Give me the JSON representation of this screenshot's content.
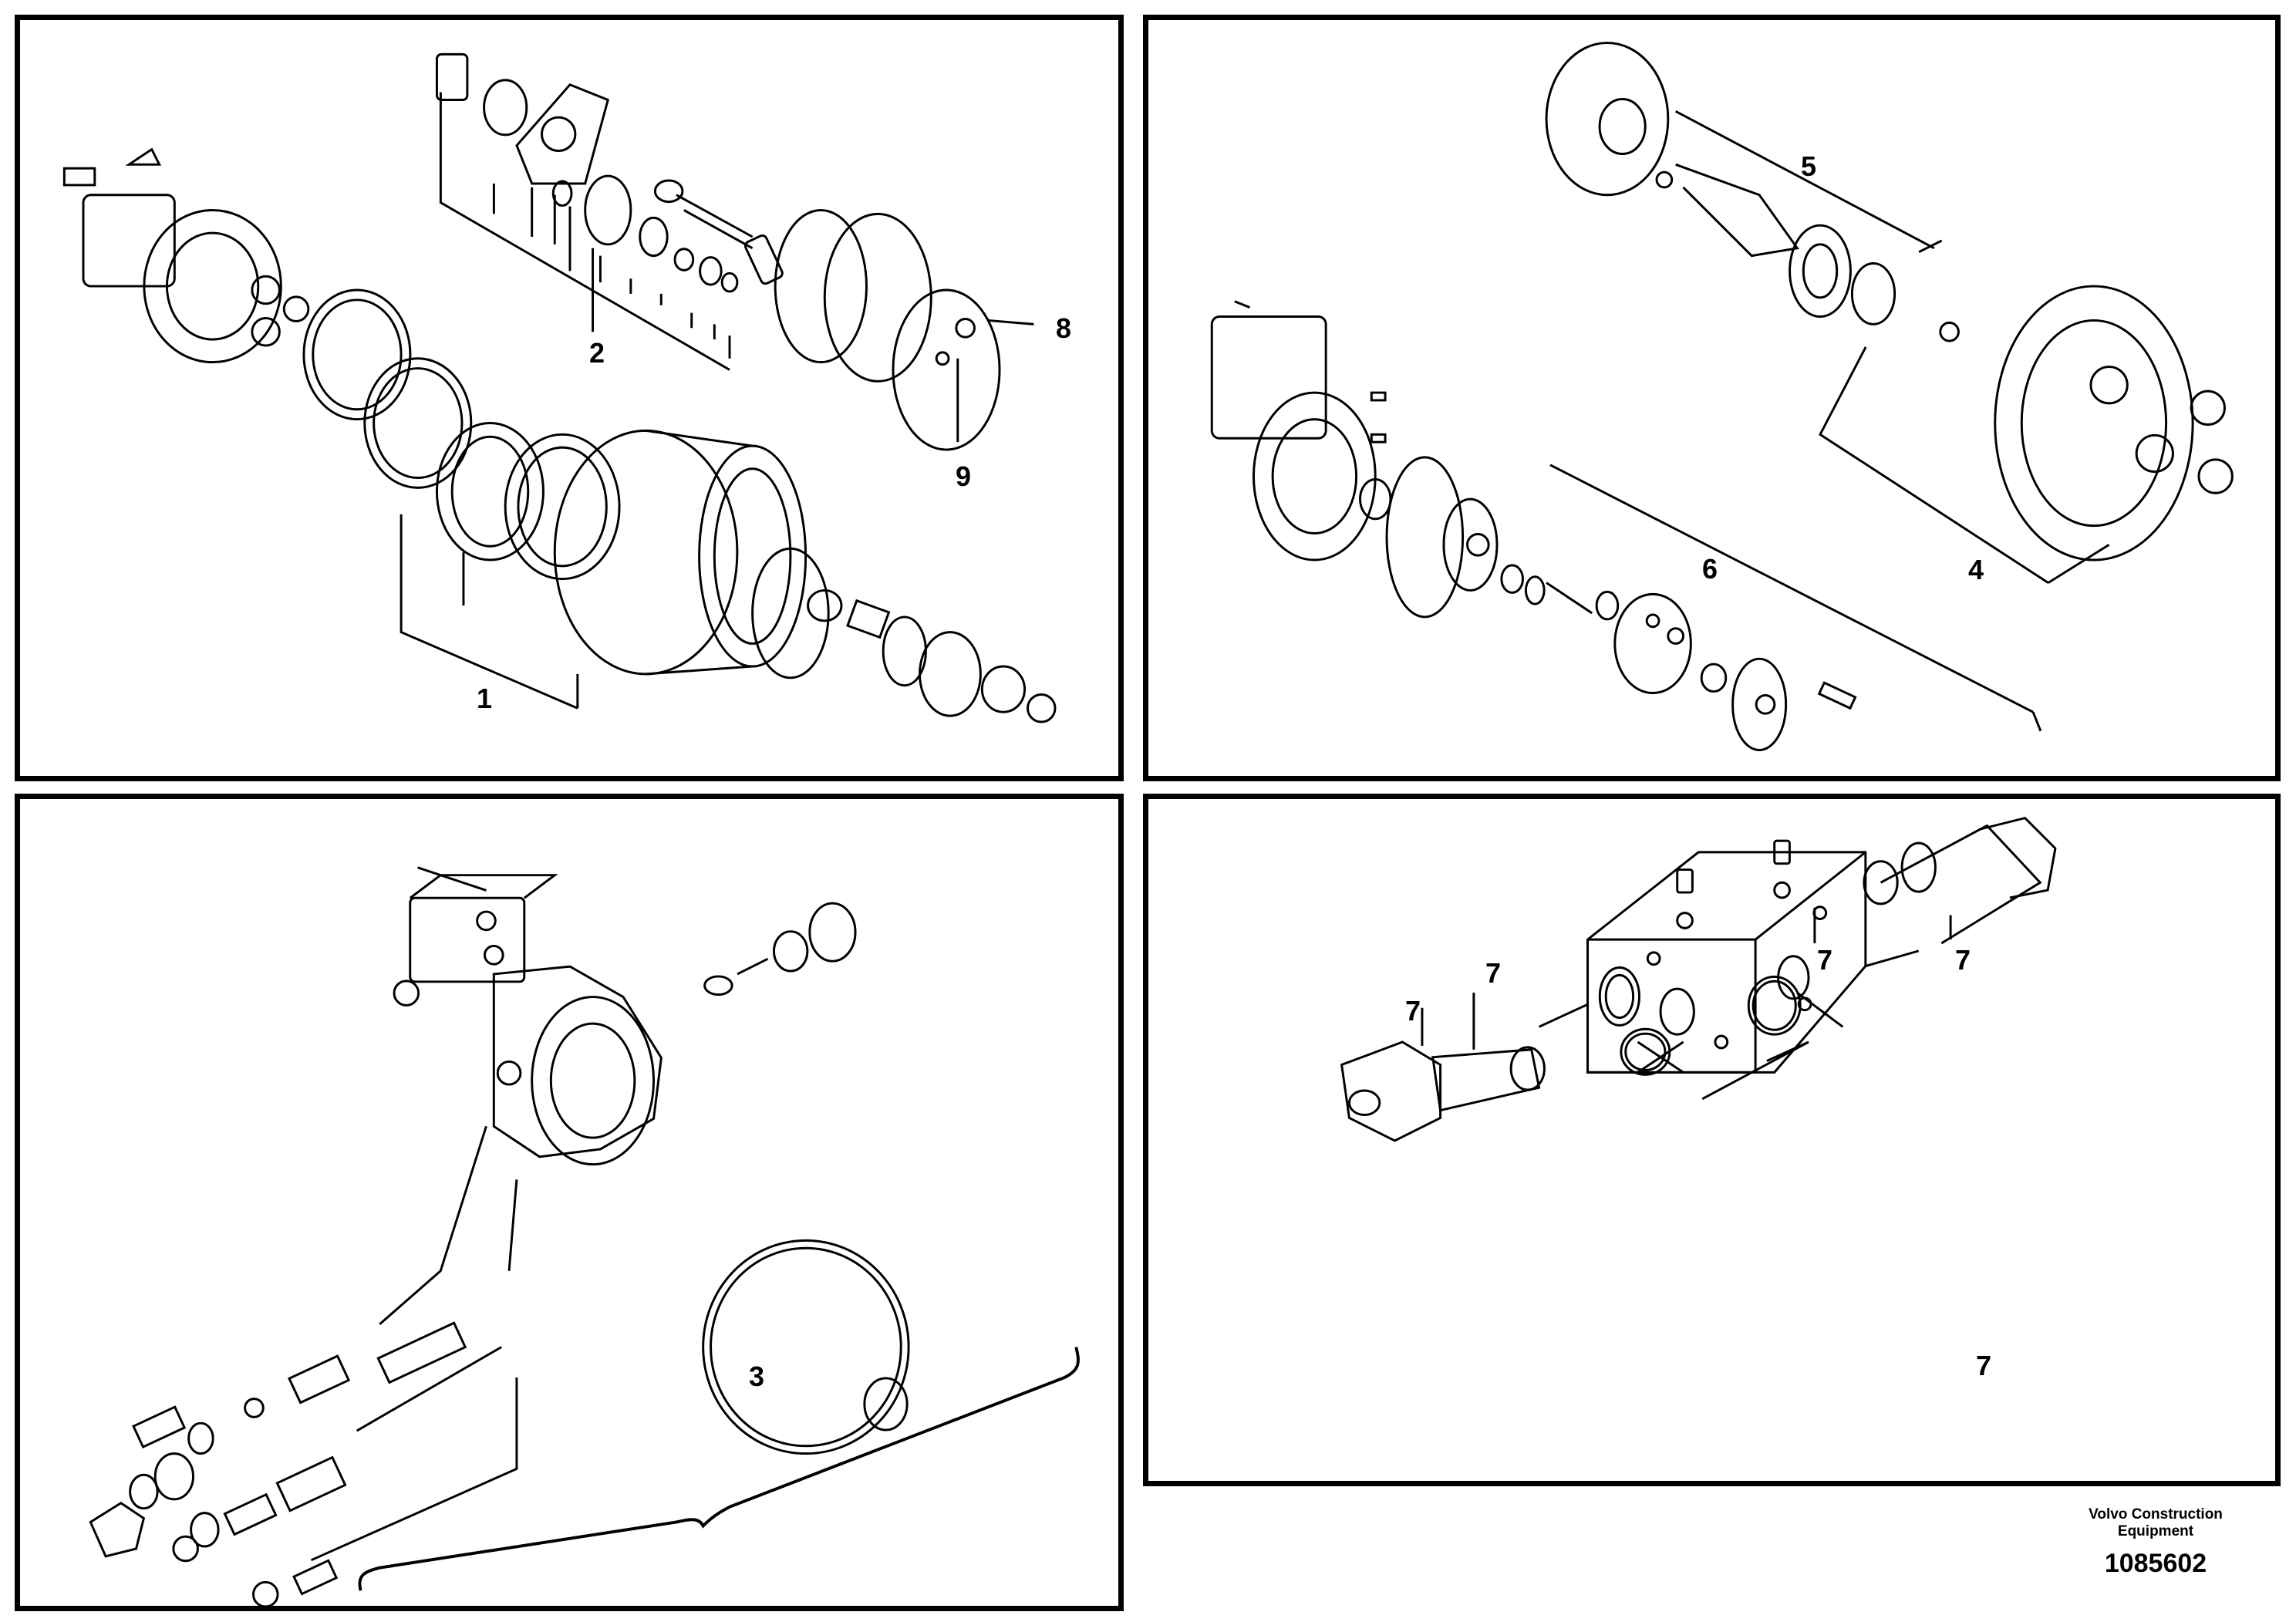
{
  "panels": [
    {
      "callouts": [
        {
          "label": "1"
        },
        {
          "label": "2"
        },
        {
          "label": "8"
        },
        {
          "label": "9"
        }
      ]
    },
    {
      "callouts": [
        {
          "label": "5"
        },
        {
          "label": "6"
        },
        {
          "label": "4"
        }
      ]
    },
    {
      "callouts": [
        {
          "label": "3"
        }
      ]
    },
    {
      "callouts": [
        {
          "label": "7"
        },
        {
          "label": "7"
        },
        {
          "label": "7"
        },
        {
          "label": "7"
        },
        {
          "label": "7"
        }
      ]
    }
  ],
  "footer": {
    "company_line1": "Volvo Construction",
    "company_line2": "Equipment",
    "drawing_number": "1085602"
  }
}
